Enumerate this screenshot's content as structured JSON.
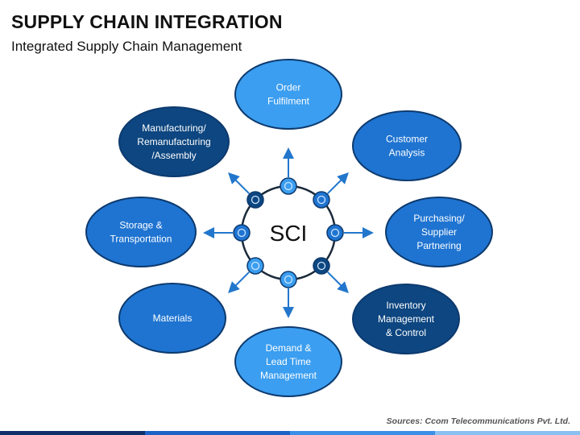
{
  "header": {
    "title": "SUPPLY CHAIN INTEGRATION",
    "subtitle": "Integrated Supply Chain Management"
  },
  "center": {
    "label": "SCI"
  },
  "nodes": [
    {
      "id": "order-fulfilment",
      "lines": [
        "Order",
        "Fulfilment"
      ],
      "shade": "light"
    },
    {
      "id": "customer-analysis",
      "lines": [
        "Customer",
        "Analysis"
      ],
      "shade": "medium"
    },
    {
      "id": "purchasing",
      "lines": [
        "Purchasing/",
        "Supplier",
        "Partnering"
      ],
      "shade": "medium"
    },
    {
      "id": "inventory",
      "lines": [
        "Inventory",
        "Management",
        "& Control"
      ],
      "shade": "dark"
    },
    {
      "id": "demand",
      "lines": [
        "Demand &",
        "Lead Time",
        "Management"
      ],
      "shade": "light"
    },
    {
      "id": "materials",
      "lines": [
        "Materials"
      ],
      "shade": "medium"
    },
    {
      "id": "storage",
      "lines": [
        "Storage &",
        "Transportation"
      ],
      "shade": "medium"
    },
    {
      "id": "manufacturing",
      "lines": [
        "Manufacturing/",
        "Remanufacturing",
        "/Assembly"
      ],
      "shade": "dark"
    }
  ],
  "connector_shades": [
    "light",
    "medium",
    "medium",
    "dark",
    "light",
    "light",
    "medium",
    "dark"
  ],
  "colors": {
    "light": "#3b9ef0",
    "medium": "#1f74d1",
    "dark": "#0d4680",
    "stroke": "#0d3a6e",
    "arrow": "#2277cc",
    "ring": "#1a2a3a"
  },
  "footer": {
    "source": "Sources: Ccom Telecommunications Pvt. Ltd."
  },
  "bottom_bar_colors": [
    "#0f2f6b",
    "#1d63c6",
    "#3c8fe6",
    "#8ac0f2"
  ]
}
